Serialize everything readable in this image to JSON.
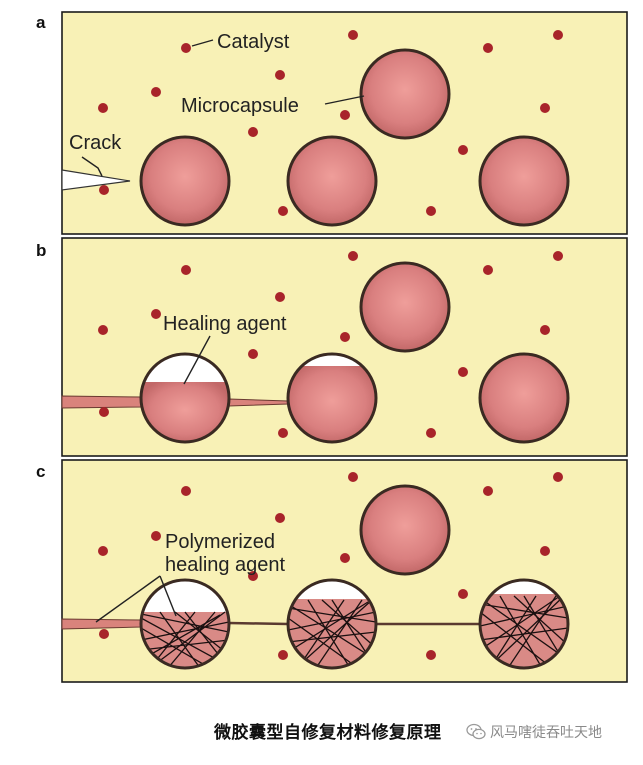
{
  "panels": [
    {
      "label": "a",
      "callouts": [
        "Catalyst",
        "Microcapsule",
        "Crack"
      ]
    },
    {
      "label": "b",
      "callouts": [
        "Healing agent"
      ]
    },
    {
      "label": "c",
      "callouts": [
        "Polymerized",
        "healing agent"
      ]
    }
  ],
  "caption": "微胶囊型自修复材料修复原理",
  "watermark": {
    "text": "风马嗐徒吞吐天地",
    "icon": "wechat-icon"
  },
  "colors": {
    "matrix": "#f8f1b6",
    "capsule": "#d97f7f",
    "catalyst": "#a8242a",
    "outline": "#3a2a22"
  }
}
